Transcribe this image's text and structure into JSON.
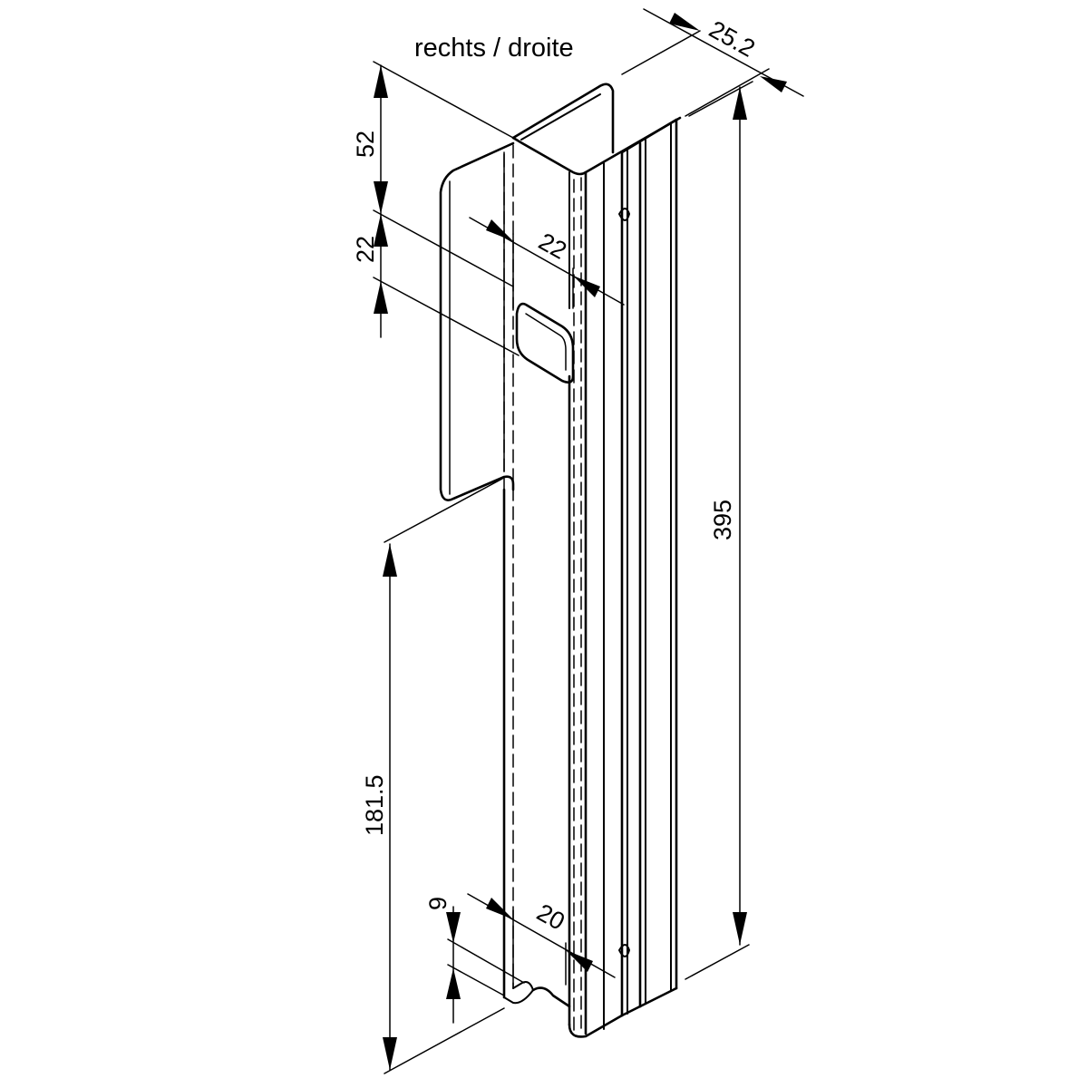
{
  "title": "rechts / droite",
  "dimensions": {
    "width_top": "25.2",
    "top_offset": "52",
    "slot_height": "22",
    "slot_width": "22",
    "total_height": "395",
    "lower_offset": "181.5",
    "notch_height": "9",
    "notch_width": "20"
  }
}
